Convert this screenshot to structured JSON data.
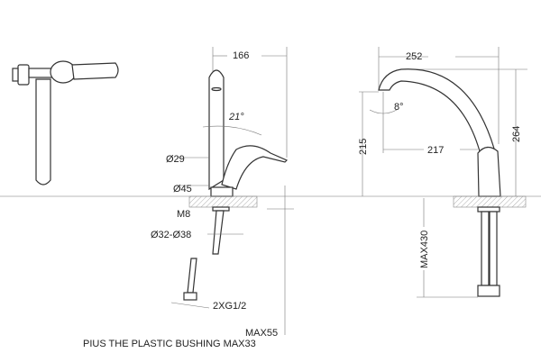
{
  "labels": {
    "side_width": "166",
    "angle_lever": "21°",
    "dia_29": "Ø29",
    "dia_45": "Ø45",
    "thread_m8": "M8",
    "dia_hole": "Ø32-Ø38",
    "hose_thread": "2XG1/2",
    "max_thickness": "MAX55",
    "bushing_note": "PIUS THE PLASTIC BUSHING MAX33",
    "front_width": "252",
    "angle_spout": "8°",
    "spout_height": "215",
    "spout_reach": "217",
    "total_height": "264",
    "hose_length": "MAX430"
  }
}
